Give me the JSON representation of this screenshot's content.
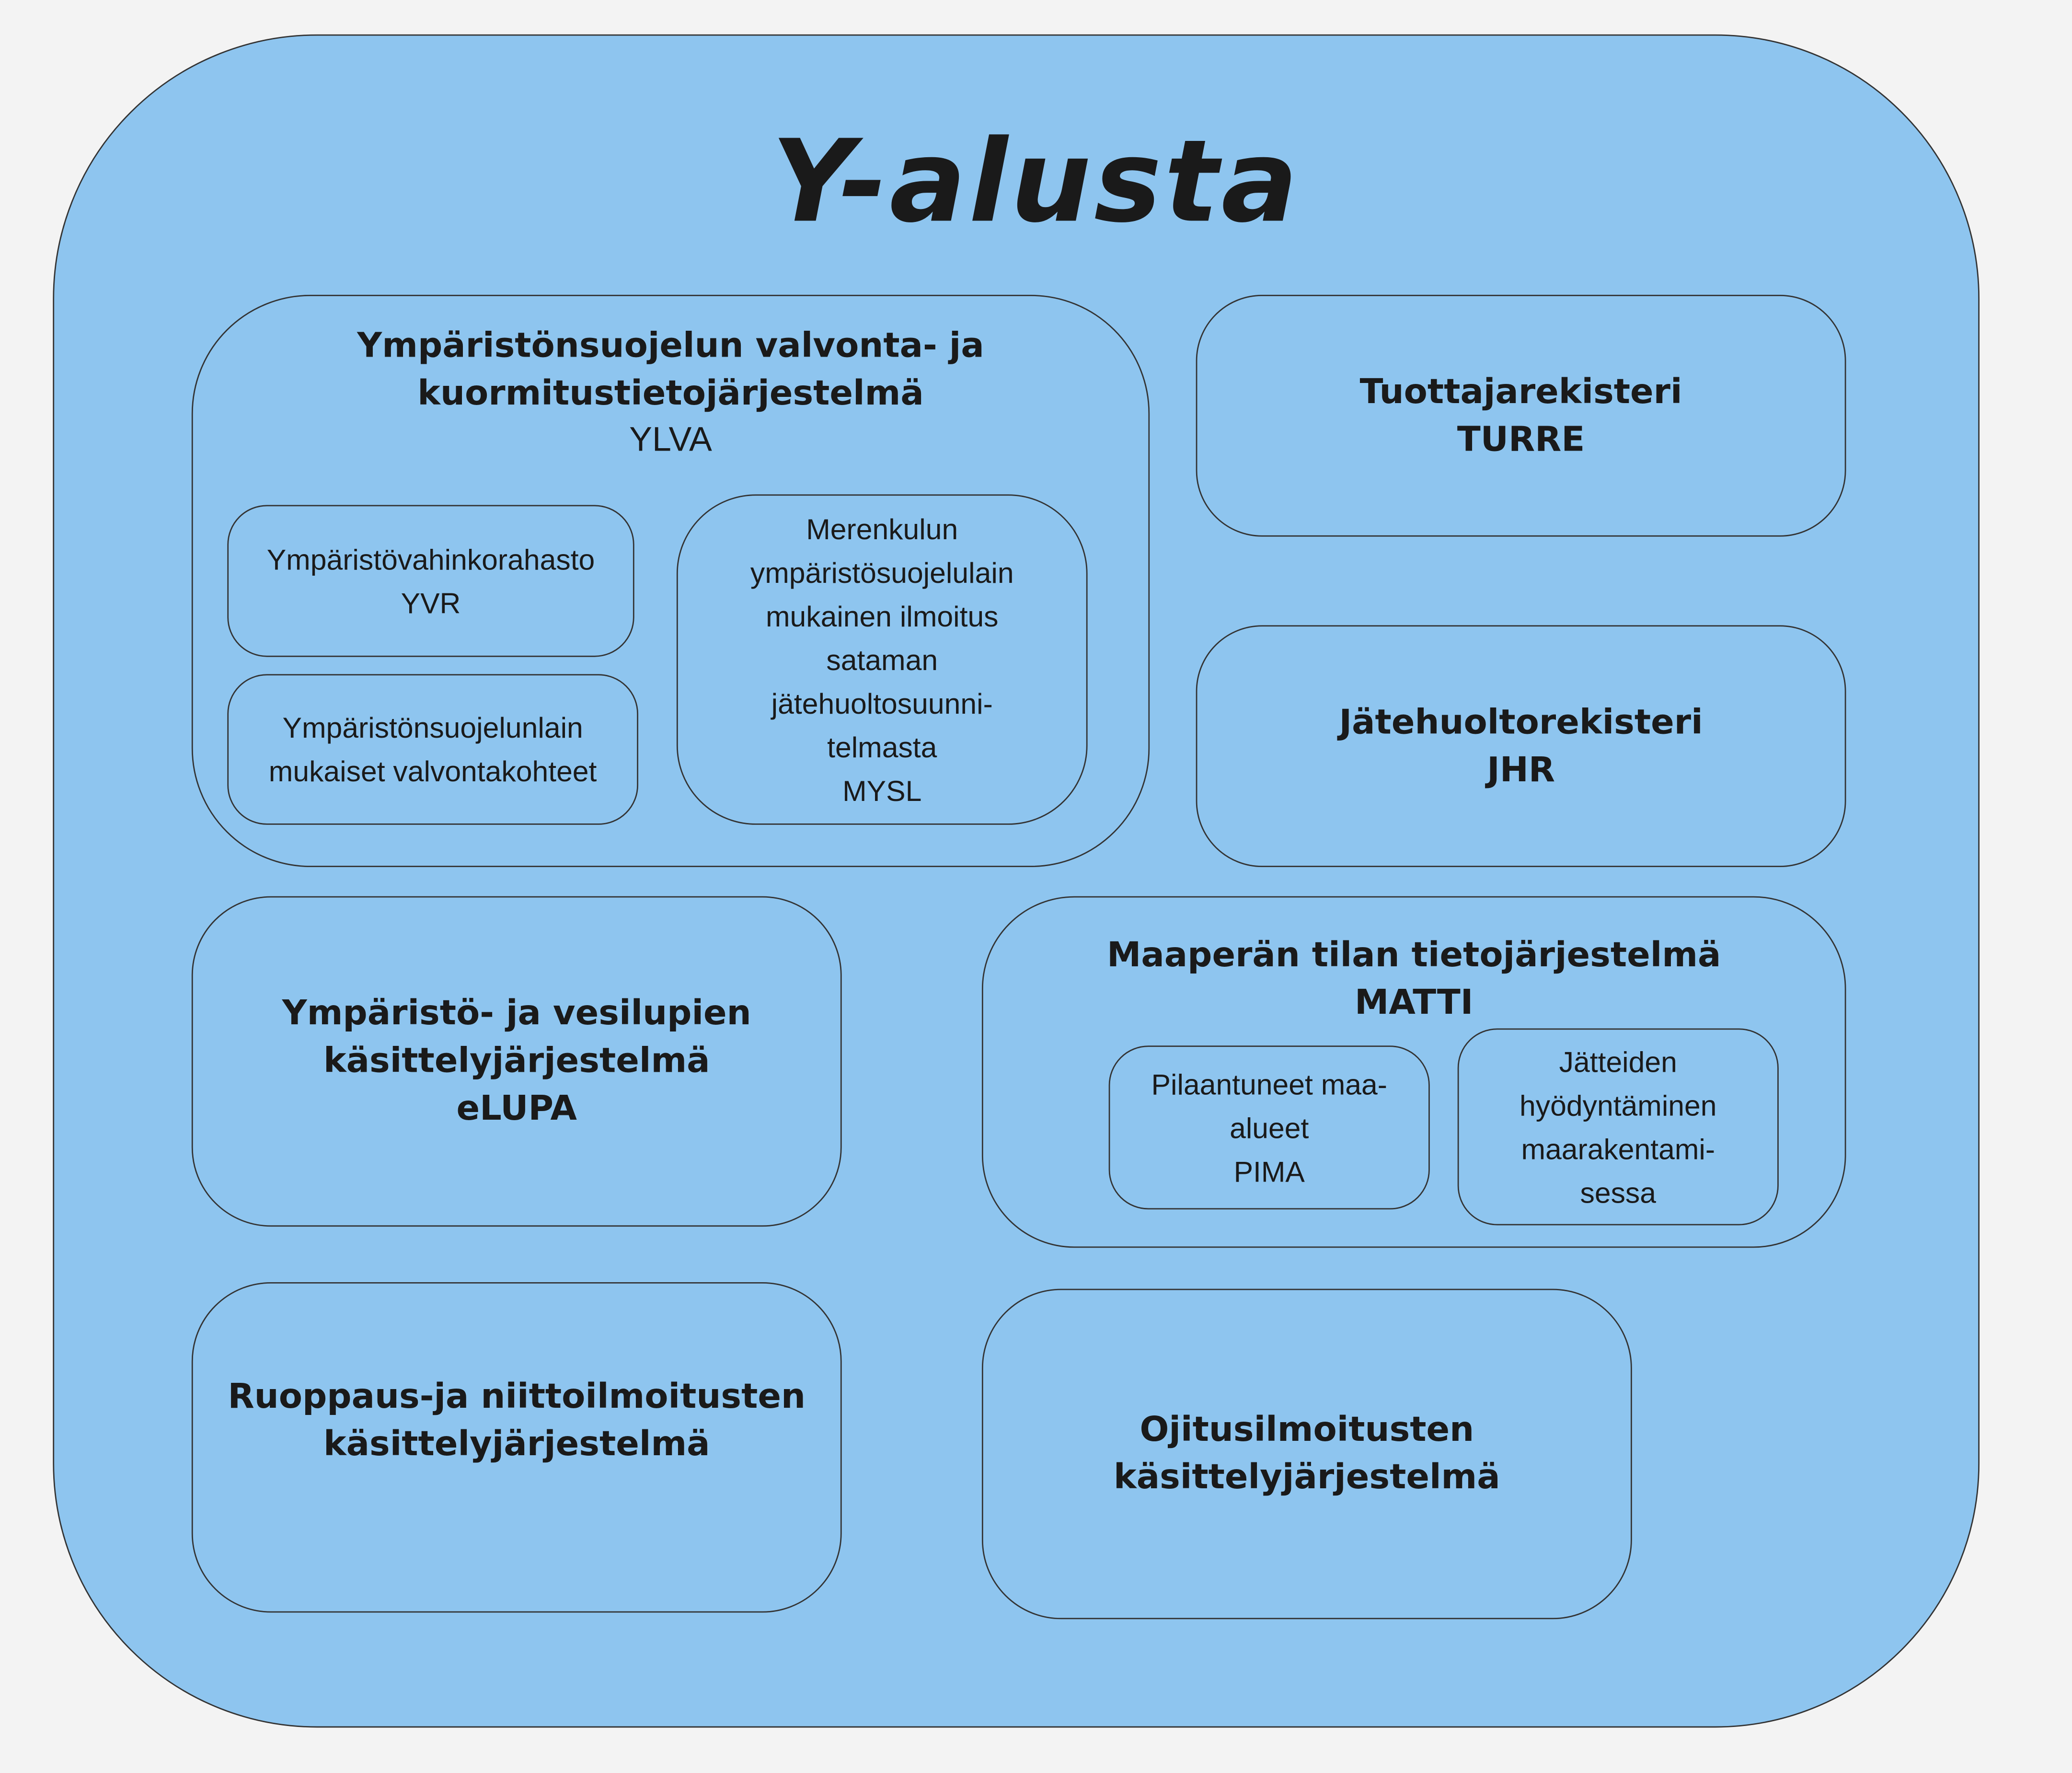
{
  "title": "Y-alusta",
  "ylva": {
    "line1": "Ympäristönsuojelun valvonta- ja",
    "line2": "kuormitustietojärjestelmä",
    "abbr": "YLVA",
    "yvr": {
      "name": "Ympäristövahinkorahasto",
      "abbr": "YVR"
    },
    "ysl": {
      "line1": "Ympäristönsuojelunlain",
      "line2": "mukaiset valvontakohteet"
    },
    "mysl": {
      "lines": [
        "Merenkulun",
        "ympäristösuojelulain",
        "mukainen ilmoitus",
        "sataman",
        "jätehuoltosuunni-",
        "telmasta"
      ],
      "abbr": "MYSL"
    }
  },
  "turre": {
    "name": "Tuottajarekisteri",
    "abbr": "TURRE"
  },
  "jhr": {
    "name": "Jätehuoltorekisteri",
    "abbr": "JHR"
  },
  "elupa": {
    "line1": "Ympäristö- ja vesilupien",
    "line2": "käsittelyjärjestelmä",
    "abbr": "eLUPA"
  },
  "matti": {
    "name": "Maaperän tilan tietojärjestelmä",
    "abbr": "MATTI",
    "pima": {
      "line1": "Pilaantuneet maa-",
      "line2": "alueet",
      "abbr": "PIMA"
    },
    "jatteet": {
      "lines": [
        "Jätteiden",
        "hyödyntäminen",
        "maarakentami-",
        "sessa"
      ]
    }
  },
  "ruoppaus": {
    "line1": "Ruoppaus-ja niittoilmoitusten",
    "line2": "käsittelyjärjestelmä"
  },
  "ojitus": {
    "line1": "Ojitusilmoitusten",
    "line2": "käsittelyjärjestelmä"
  }
}
